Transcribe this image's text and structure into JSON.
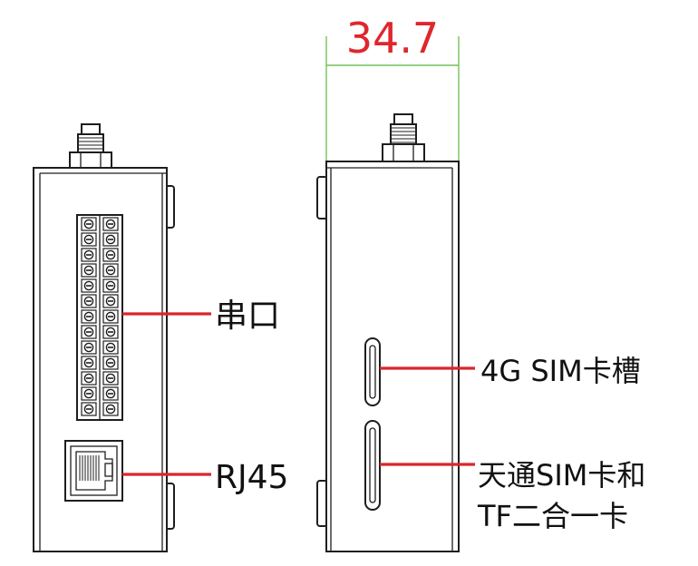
{
  "dimension": {
    "value": "34.7",
    "text_color": "#e0262d",
    "line_color": "#74c25a"
  },
  "left_view": {
    "labels": {
      "serial_port": "串口",
      "rj45": "RJ45"
    }
  },
  "right_view": {
    "labels": {
      "sim_slot": "4G SIM卡槽",
      "tf_slot_line1": "天通SIM卡和",
      "tf_slot_line2": "TF二合一卡"
    }
  },
  "colors": {
    "callout": "#d9262c",
    "outline": "#1e1e1e"
  }
}
